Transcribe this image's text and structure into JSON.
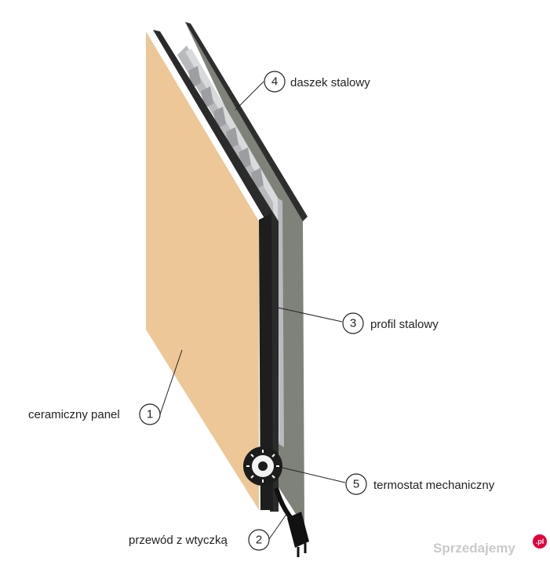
{
  "colors": {
    "ceramic": "#edc797",
    "frame": "#2b2b2b",
    "steel_back": "#7f8279",
    "profile": "#c4c6c8",
    "thermostat": "#1c1c1c"
  },
  "labels": [
    {
      "number": "1",
      "text": "ceramiczny panel"
    },
    {
      "number": "2",
      "text": "przewód z wtyczką"
    },
    {
      "number": "3",
      "text": "profil stalowy"
    },
    {
      "number": "4",
      "text": "daszek stalowy"
    },
    {
      "number": "5",
      "text": "termostat mechaniczny"
    }
  ],
  "watermark": {
    "text": "Sprzedajemy",
    "suffix": ".pl"
  }
}
